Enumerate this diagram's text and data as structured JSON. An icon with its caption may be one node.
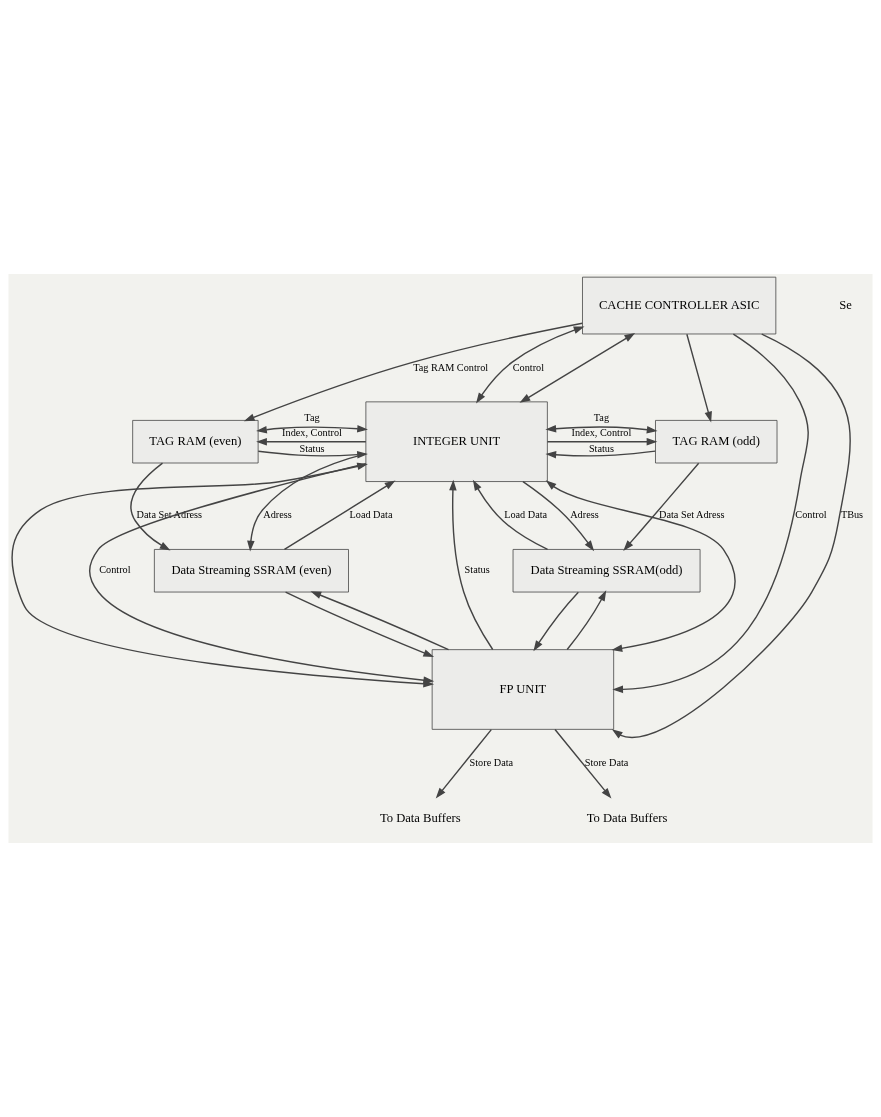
{
  "diagram": {
    "nodes": [
      {
        "text": [
          "CACHE CONTROLLER ASIC"
        ]
      },
      {
        "text": [
          "TAG RAM (even)"
        ]
      },
      {
        "text": [
          "INTEGER UNIT"
        ]
      },
      {
        "text": [
          "TAG RAM (odd)"
        ]
      },
      {
        "text": [
          "Data Streaming SSRAM (even)"
        ]
      },
      {
        "text": [
          "Data Streaming SSRAM(odd)"
        ]
      },
      {
        "text": [
          "FP UNIT"
        ]
      },
      {
        "text": [
          "To Data Buffers"
        ]
      },
      {
        "text": [
          "To Data Buffers"
        ]
      }
    ],
    "edges": [
      {
        "from": 0,
        "to": 1,
        "arrow": "to",
        "label": "Tag RAM Control"
      },
      {
        "from": 0,
        "to": 3,
        "arrow": "to"
      },
      {
        "from": 0,
        "to": 6,
        "arrow": "to",
        "label": "Control"
      },
      {
        "from": 0,
        "to": 2,
        "arrow": "both",
        "label": "Control"
      },
      {
        "from": 0,
        "to": 2,
        "arrow": "both"
      },
      {
        "from": 0,
        "to": 6,
        "arrow": "to",
        "label": "TBus"
      },
      {
        "from": 1,
        "to": 2,
        "arrow": "both",
        "label": "Tag"
      },
      {
        "from": 2,
        "to": 1,
        "arrow": "to",
        "label": "Index, Control"
      },
      {
        "from": 1,
        "to": 2,
        "arrow": "to",
        "label": "Status"
      },
      {
        "from": 2,
        "to": 3,
        "arrow": "both",
        "label": "Tag"
      },
      {
        "from": 2,
        "to": 3,
        "arrow": "to",
        "label": "Index, Control"
      },
      {
        "from": 3,
        "to": 2,
        "arrow": "to",
        "label": "Status"
      },
      {
        "from": 2,
        "to": 4,
        "arrow": "to",
        "label": "Adress"
      },
      {
        "from": 1,
        "to": 4,
        "arrow": "to",
        "label": "Data Set Adress"
      },
      {
        "from": 2,
        "to": 5,
        "arrow": "to",
        "label": "Adress"
      },
      {
        "from": 3,
        "to": 5,
        "arrow": "to",
        "label": "Data Set Adress"
      },
      {
        "from": 2,
        "to": 6,
        "arrow": "both"
      },
      {
        "from": 4,
        "to": 2,
        "arrow": "to",
        "label": "Load Data"
      },
      {
        "from": 4,
        "to": 6,
        "arrow": "to"
      },
      {
        "from": 2,
        "to": 6,
        "arrow": "to",
        "label": "Control"
      },
      {
        "from": 6,
        "to": 2,
        "arrow": "to",
        "label": "Status"
      },
      {
        "from": 2,
        "to": 6,
        "arrow": "both"
      },
      {
        "from": 5,
        "to": 2,
        "arrow": "to",
        "label": "Load Data"
      },
      {
        "from": 5,
        "to": 6,
        "arrow": "to"
      },
      {
        "from": 6,
        "to": 7,
        "arrow": "to",
        "label": "Store Data"
      },
      {
        "from": 6,
        "to": 4,
        "arrow": "to"
      },
      {
        "from": 6,
        "to": 8,
        "arrow": "to",
        "label": "Store Data"
      },
      {
        "from": 6,
        "to": 5,
        "arrow": "to"
      }
    ],
    "labels": [
      "Se"
    ]
  }
}
